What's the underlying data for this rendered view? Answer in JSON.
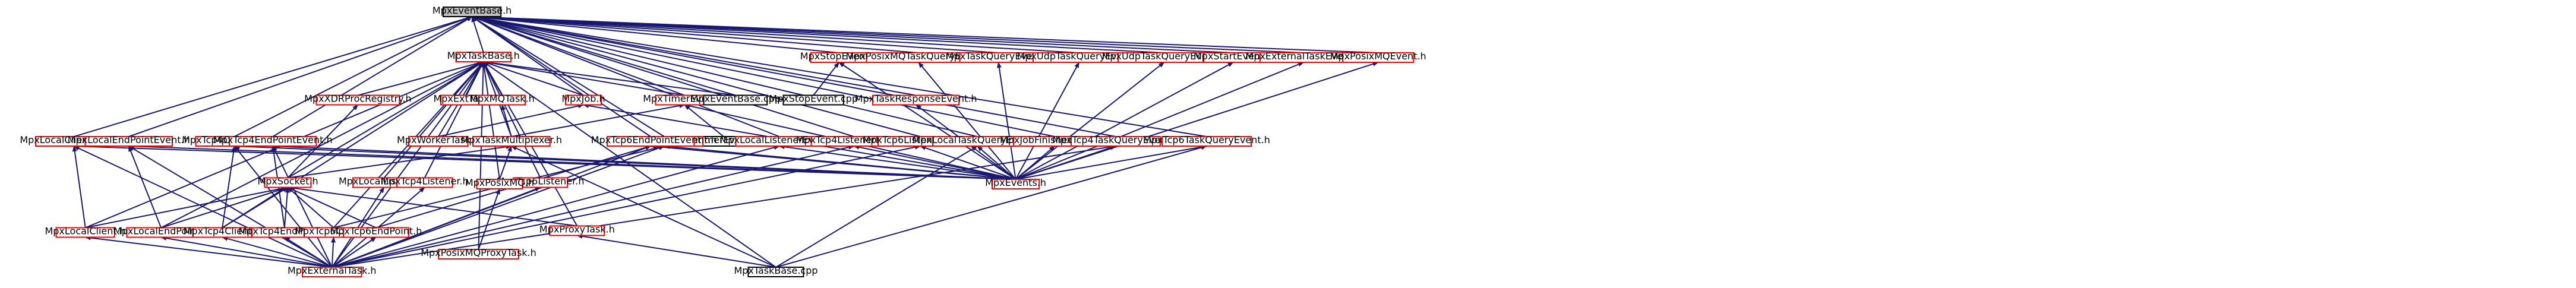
{
  "colors": {
    "edge": "#191970",
    "focus_fill": "#bfbfbf",
    "focus_border": "#000000",
    "linked_border": "#ff0000",
    "plain_border": "#000000",
    "node_fill": "#ffffff"
  },
  "nodes": [
    {
      "id": "n0",
      "label": "MpxEventBase.h",
      "kind": "focus"
    },
    {
      "id": "n1",
      "label": "MpxTaskBase.h",
      "kind": "linked"
    },
    {
      "id": "n2",
      "label": "MpxStopEvent.h",
      "kind": "linked"
    },
    {
      "id": "n3",
      "label": "MpxPosixMQTaskQueryEvent.h",
      "kind": "linked"
    },
    {
      "id": "n4",
      "label": "MpxTaskQueryEvent.h",
      "kind": "linked"
    },
    {
      "id": "n5",
      "label": "MpxUdpTaskQueryEvent.h",
      "kind": "linked"
    },
    {
      "id": "n6",
      "label": "MpxUdpTaskQueryEvent.h",
      "kind": "linked"
    },
    {
      "id": "n7",
      "label": "MpxStartEvent.h",
      "kind": "linked"
    },
    {
      "id": "n8",
      "label": "MpxExternalTaskEvent.h",
      "kind": "linked"
    },
    {
      "id": "n9",
      "label": "MpxPosixMQEvent.h",
      "kind": "linked"
    },
    {
      "id": "n10",
      "label": "MpxXDRProcRegistry.h",
      "kind": "linked"
    },
    {
      "id": "n11",
      "label": "MpxExtTask.h",
      "kind": "linked"
    },
    {
      "id": "n12",
      "label": "MpxMQTask.h",
      "kind": "linked"
    },
    {
      "id": "n13",
      "label": "MpxJob.h",
      "kind": "linked"
    },
    {
      "id": "n14",
      "label": "MpxTimerEvent.h",
      "kind": "linked"
    },
    {
      "id": "n15",
      "label": "MpxEventBase.cpp",
      "kind": "plain"
    },
    {
      "id": "n16",
      "label": "MpxStopEvent.cpp",
      "kind": "plain"
    },
    {
      "id": "n17",
      "label": "MpxTaskResponseEvent.h",
      "kind": "linked"
    },
    {
      "id": "n18",
      "label": "MpxLocalClientEvent.h",
      "kind": "linked"
    },
    {
      "id": "n19",
      "label": "MpxLocalEndPointEvent.h",
      "kind": "linked"
    },
    {
      "id": "n20",
      "label": "MpxTcp4ClientEvent.h",
      "kind": "linked"
    },
    {
      "id": "n21",
      "label": "MpxTcp4EndPointEvent.h",
      "kind": "linked"
    },
    {
      "id": "n22",
      "label": "MpxWorkerTask.h",
      "kind": "linked"
    },
    {
      "id": "n23",
      "label": "MpxTaskMultiplexer.h",
      "kind": "linked"
    },
    {
      "id": "n24",
      "label": "MpxTimerEvent.cpp",
      "kind": "plain"
    },
    {
      "id": "n25",
      "label": "MpxTcp6ClientEvent.h",
      "kind": "linked"
    },
    {
      "id": "n26",
      "label": "MpxTcp6EndPointEvent.h",
      "kind": "linked"
    },
    {
      "id": "n27",
      "label": "MpxLocalListenerEvent.h",
      "kind": "linked"
    },
    {
      "id": "n28",
      "label": "MpxTcp4ListenerEvent.h",
      "kind": "linked"
    },
    {
      "id": "n29",
      "label": "MpxTcp6ListenerEvent.h",
      "kind": "linked"
    },
    {
      "id": "n30",
      "label": "MpxLocalTaskQueryEvent.h",
      "kind": "linked"
    },
    {
      "id": "n31",
      "label": "MpxJobFinishedEvent.h",
      "kind": "linked"
    },
    {
      "id": "n32",
      "label": "MpxTcp4TaskQueryEvent.h",
      "kind": "linked"
    },
    {
      "id": "n33",
      "label": "MpxTcp6TaskQueryEvent.h",
      "kind": "linked"
    },
    {
      "id": "n34",
      "label": "MpxSocket.h",
      "kind": "linked"
    },
    {
      "id": "n35",
      "label": "MpxLocalListener.h",
      "kind": "linked"
    },
    {
      "id": "n36",
      "label": "MpxTcp4Listener.h",
      "kind": "linked"
    },
    {
      "id": "n37",
      "label": "MpxTcp6Listener.h",
      "kind": "linked"
    },
    {
      "id": "n38",
      "label": "MpxPosixMQ.h",
      "kind": "linked"
    },
    {
      "id": "n39",
      "label": "MpxEvents.h",
      "kind": "linked"
    },
    {
      "id": "n40",
      "label": "MpxLocalClient.h",
      "kind": "linked"
    },
    {
      "id": "n41",
      "label": "MpxLocalEndPoint.h",
      "kind": "linked"
    },
    {
      "id": "n42",
      "label": "MpxTcp4Client.h",
      "kind": "linked"
    },
    {
      "id": "n43",
      "label": "MpxTcp4EndPoint.h",
      "kind": "linked"
    },
    {
      "id": "n44",
      "label": "MpxTcp6Client.h",
      "kind": "linked"
    },
    {
      "id": "n45",
      "label": "MpxTcp6EndPoint.h",
      "kind": "linked"
    },
    {
      "id": "n46",
      "label": "MpxPosixMQProxyTask.h",
      "kind": "linked"
    },
    {
      "id": "n47",
      "label": "MpxProxyTask.h",
      "kind": "linked"
    },
    {
      "id": "n48",
      "label": "MpxExternalTask.h",
      "kind": "linked"
    },
    {
      "id": "n49",
      "label": "MpxTaskBase.cpp",
      "kind": "plain"
    }
  ],
  "edges": [
    [
      "n0",
      "n1"
    ],
    [
      "n0",
      "n2"
    ],
    [
      "n0",
      "n3"
    ],
    [
      "n0",
      "n4"
    ],
    [
      "n0",
      "n5"
    ],
    [
      "n0",
      "n6"
    ],
    [
      "n0",
      "n7"
    ],
    [
      "n0",
      "n8"
    ],
    [
      "n0",
      "n9"
    ],
    [
      "n0",
      "n13"
    ],
    [
      "n0",
      "n14"
    ],
    [
      "n0",
      "n15"
    ],
    [
      "n0",
      "n17"
    ],
    [
      "n0",
      "n18"
    ],
    [
      "n0",
      "n19"
    ],
    [
      "n0",
      "n20"
    ],
    [
      "n0",
      "n21"
    ],
    [
      "n0",
      "n25"
    ],
    [
      "n0",
      "n26"
    ],
    [
      "n0",
      "n27"
    ],
    [
      "n0",
      "n28"
    ],
    [
      "n0",
      "n29"
    ],
    [
      "n0",
      "n30"
    ],
    [
      "n0",
      "n31"
    ],
    [
      "n0",
      "n32"
    ],
    [
      "n0",
      "n33"
    ],
    [
      "n1",
      "n10"
    ],
    [
      "n1",
      "n11"
    ],
    [
      "n1",
      "n12"
    ],
    [
      "n1",
      "n13"
    ],
    [
      "n1",
      "n14"
    ],
    [
      "n1",
      "n15"
    ],
    [
      "n1",
      "n22"
    ],
    [
      "n1",
      "n23"
    ],
    [
      "n1",
      "n34"
    ],
    [
      "n1",
      "n35"
    ],
    [
      "n1",
      "n36"
    ],
    [
      "n1",
      "n37"
    ],
    [
      "n1",
      "n38"
    ],
    [
      "n1",
      "n40"
    ],
    [
      "n1",
      "n41"
    ],
    [
      "n1",
      "n42"
    ],
    [
      "n1",
      "n44"
    ],
    [
      "n1",
      "n46"
    ],
    [
      "n1",
      "n47"
    ],
    [
      "n1",
      "n48"
    ],
    [
      "n1",
      "n49"
    ],
    [
      "n2",
      "n16"
    ],
    [
      "n2",
      "n39"
    ],
    [
      "n3",
      "n39"
    ],
    [
      "n4",
      "n39"
    ],
    [
      "n5",
      "n39"
    ],
    [
      "n6",
      "n39"
    ],
    [
      "n7",
      "n39"
    ],
    [
      "n8",
      "n39"
    ],
    [
      "n9",
      "n39"
    ],
    [
      "n10",
      "n34"
    ],
    [
      "n12",
      "n23"
    ],
    [
      "n13",
      "n22"
    ],
    [
      "n13",
      "n39"
    ],
    [
      "n14",
      "n24"
    ],
    [
      "n14",
      "n39"
    ],
    [
      "n14",
      "n23"
    ],
    [
      "n17",
      "n39"
    ],
    [
      "n18",
      "n39"
    ],
    [
      "n18",
      "n40"
    ],
    [
      "n18",
      "n48"
    ],
    [
      "n19",
      "n39"
    ],
    [
      "n19",
      "n41"
    ],
    [
      "n19",
      "n48"
    ],
    [
      "n20",
      "n39"
    ],
    [
      "n20",
      "n42"
    ],
    [
      "n20",
      "n48"
    ],
    [
      "n21",
      "n39"
    ],
    [
      "n21",
      "n43"
    ],
    [
      "n21",
      "n48"
    ],
    [
      "n23",
      "n34"
    ],
    [
      "n23",
      "n38"
    ],
    [
      "n23",
      "n49"
    ],
    [
      "n25",
      "n39"
    ],
    [
      "n25",
      "n44"
    ],
    [
      "n25",
      "n48"
    ],
    [
      "n26",
      "n39"
    ],
    [
      "n26",
      "n45"
    ],
    [
      "n26",
      "n48"
    ],
    [
      "n27",
      "n39"
    ],
    [
      "n27",
      "n48"
    ],
    [
      "n28",
      "n39"
    ],
    [
      "n28",
      "n48"
    ],
    [
      "n29",
      "n39"
    ],
    [
      "n29",
      "n48"
    ],
    [
      "n30",
      "n39"
    ],
    [
      "n30",
      "n49"
    ],
    [
      "n31",
      "n39"
    ],
    [
      "n32",
      "n39"
    ],
    [
      "n32",
      "n48"
    ],
    [
      "n33",
      "n39"
    ],
    [
      "n33",
      "n49"
    ],
    [
      "n34",
      "n40"
    ],
    [
      "n34",
      "n41"
    ],
    [
      "n34",
      "n42"
    ],
    [
      "n34",
      "n43"
    ],
    [
      "n34",
      "n44"
    ],
    [
      "n34",
      "n45"
    ],
    [
      "n34",
      "n47"
    ],
    [
      "n35",
      "n48"
    ],
    [
      "n36",
      "n48"
    ],
    [
      "n37",
      "n48"
    ],
    [
      "n38",
      "n46"
    ],
    [
      "n40",
      "n48"
    ],
    [
      "n41",
      "n48"
    ],
    [
      "n42",
      "n48"
    ],
    [
      "n43",
      "n48"
    ],
    [
      "n44",
      "n48"
    ],
    [
      "n45",
      "n48"
    ],
    [
      "n47",
      "n49"
    ]
  ]
}
